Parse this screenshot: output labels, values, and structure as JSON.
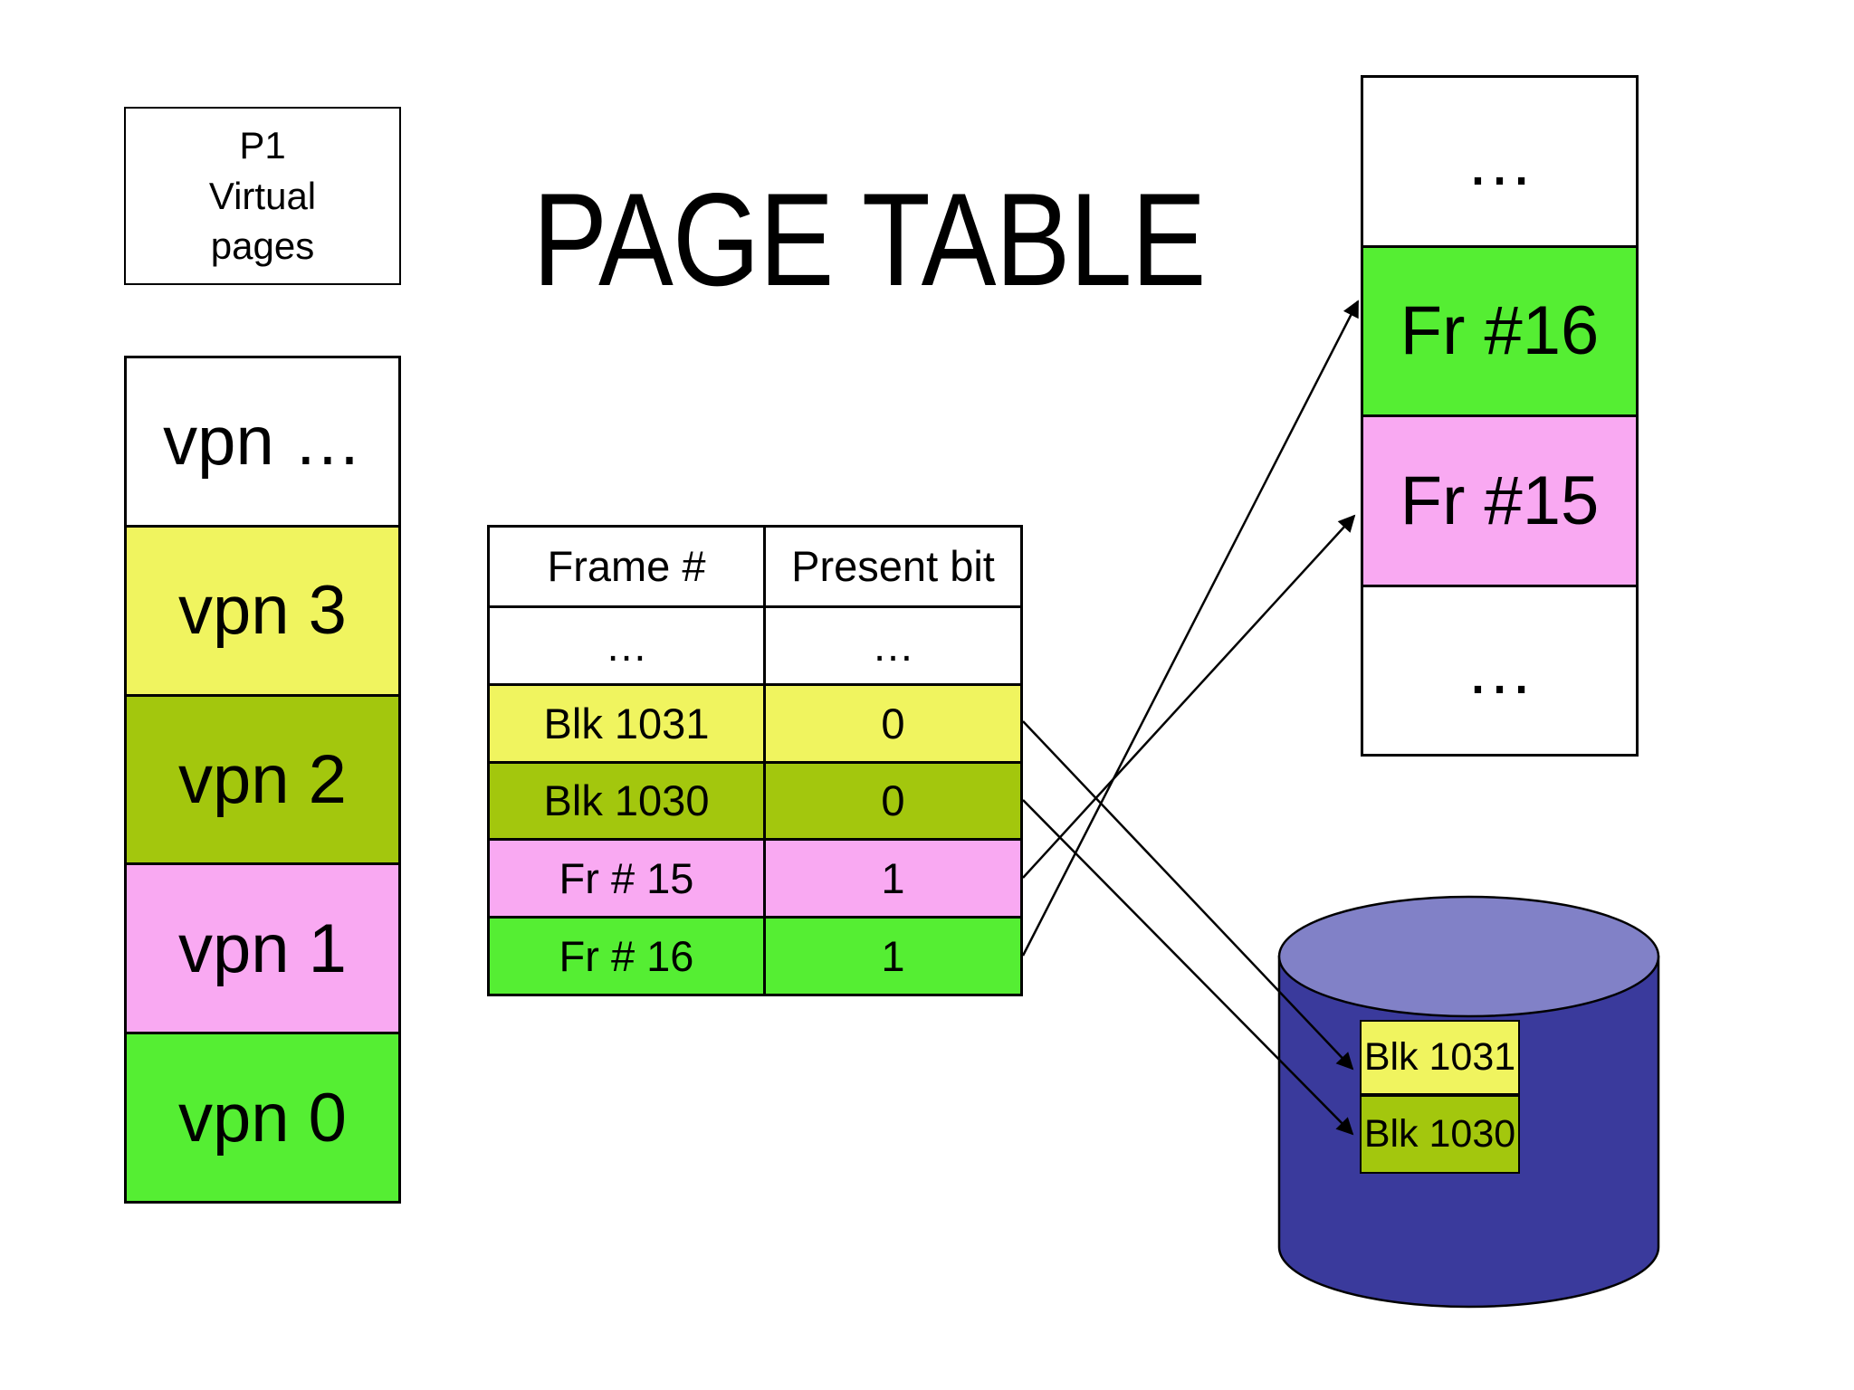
{
  "title": "PAGE TABLE",
  "palette": {
    "yellow": "#F0F45F",
    "olive": "#A3C70D",
    "pink": "#F9A9F2",
    "green": "#55EE33",
    "white": "#FFFFFF",
    "disk_body": "#3A3A9C",
    "disk_top": "#8181C7",
    "line": "#000000"
  },
  "process_box": {
    "lines": [
      "P1",
      "Virtual",
      "pages"
    ]
  },
  "virtual_pages": {
    "cells": [
      {
        "label": "vpn …",
        "color": "#FFFFFF"
      },
      {
        "label": "vpn 3",
        "color": "#F0F45F"
      },
      {
        "label": "vpn 2",
        "color": "#A3C70D"
      },
      {
        "label": "vpn 1",
        "color": "#F9A9F2"
      },
      {
        "label": "vpn 0",
        "color": "#55EE33"
      }
    ]
  },
  "page_table": {
    "headers": [
      "Frame #",
      "Present bit"
    ],
    "rows": [
      {
        "frame": "…",
        "present_bit": "…",
        "color": "#FFFFFF"
      },
      {
        "frame": "Blk 1031",
        "present_bit": "0",
        "color": "#F0F45F"
      },
      {
        "frame": "Blk 1030",
        "present_bit": "0",
        "color": "#A3C70D"
      },
      {
        "frame": "Fr # 15",
        "present_bit": "1",
        "color": "#F9A9F2"
      },
      {
        "frame": "Fr # 16",
        "present_bit": "1",
        "color": "#55EE33"
      }
    ]
  },
  "physical_frames": {
    "cells": [
      {
        "label": "…",
        "color": "#FFFFFF"
      },
      {
        "label": "Fr #16",
        "color": "#55EE33"
      },
      {
        "label": "Fr #15",
        "color": "#F9A9F2"
      },
      {
        "label": "…",
        "color": "#FFFFFF"
      }
    ]
  },
  "disk": {
    "blocks": [
      {
        "label": "Blk 1031",
        "color": "#F0F45F"
      },
      {
        "label": "Blk 1030",
        "color": "#A3C70D"
      }
    ]
  },
  "connections": [
    {
      "from": "page_table row Blk 1031 (present bit 0)",
      "to": "disk block Blk 1031"
    },
    {
      "from": "page_table row Blk 1030 (present bit 0)",
      "to": "disk block Blk 1030"
    },
    {
      "from": "page_table row Fr # 15 (present bit 1)",
      "to": "physical frame Fr #15"
    },
    {
      "from": "page_table row Fr # 16 (present bit 1)",
      "to": "physical frame Fr #16"
    }
  ]
}
